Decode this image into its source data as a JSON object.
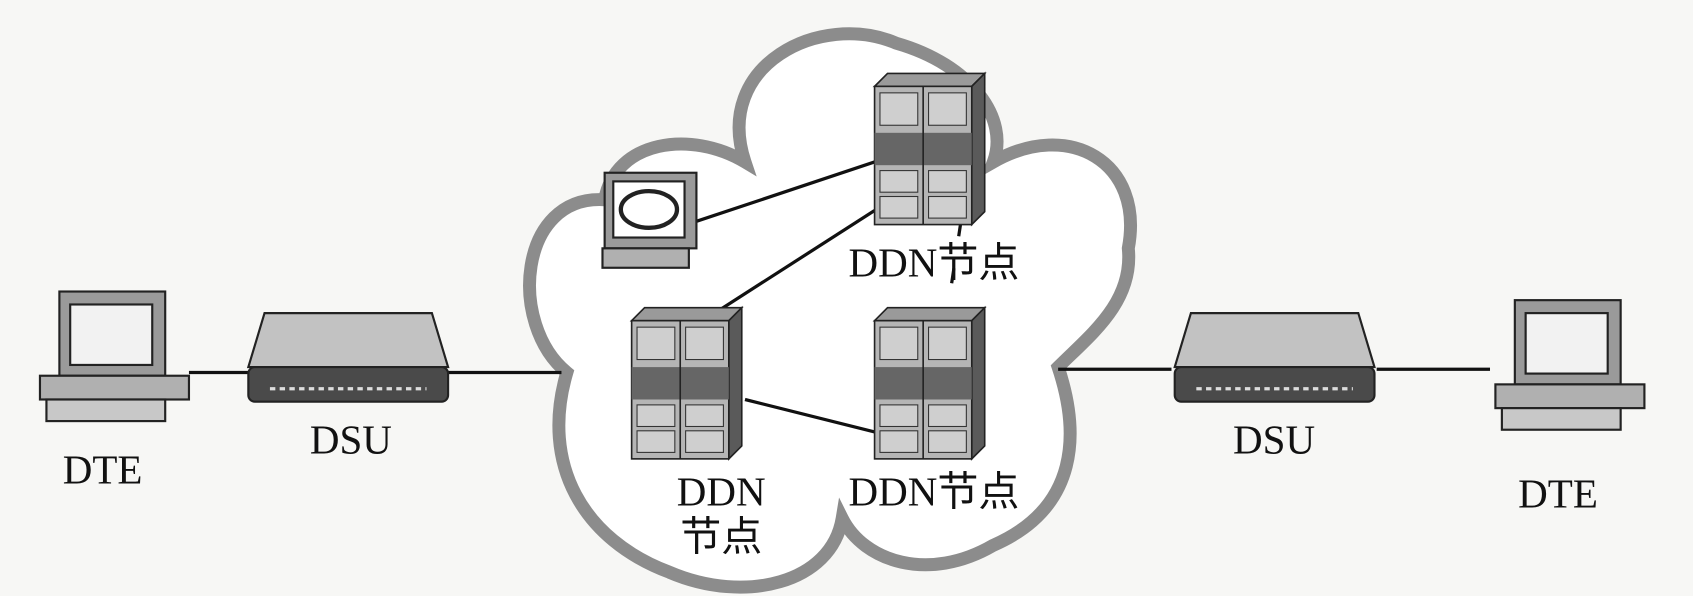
{
  "labels": {
    "dte_left": "DTE",
    "dsu_left": "DSU",
    "node_top": "DDN节点",
    "node_bottom_left_line1": "DDN",
    "node_bottom_left_line2": "节点",
    "node_bottom_right": "DDN节点",
    "dsu_right": "DSU",
    "dte_right": "DTE"
  },
  "colors": {
    "cloud": "#8c8c8c",
    "device_light": "#bdbdbd",
    "device_dark": "#555555",
    "line": "#111111"
  }
}
